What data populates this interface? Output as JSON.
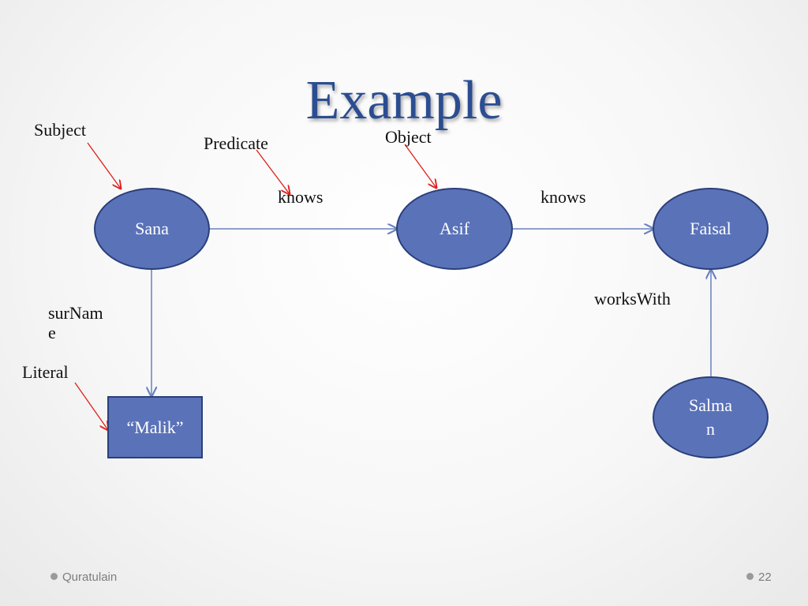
{
  "slide": {
    "title": "Example",
    "footer_author": "Quratulain",
    "page_number": "22"
  },
  "annotations": {
    "subject": "Subject",
    "predicate": "Predicate",
    "object": "Object",
    "literal": "Literal"
  },
  "nodes": {
    "sana": "Sana",
    "asif": "Asif",
    "faisal": "Faisal",
    "salman": "Salma\nn",
    "malik": "“Malik”"
  },
  "edges": {
    "sana_asif": "knows",
    "asif_faisal": "knows",
    "salman_faisal": "worksWith",
    "sana_malik": "surNam\ne"
  },
  "colors": {
    "node_fill": "#5a72b8",
    "node_border": "#2a3f7a",
    "edge": "#6a80bf",
    "annotation_arrow": "#e0201a",
    "title": "#2b4d91"
  }
}
